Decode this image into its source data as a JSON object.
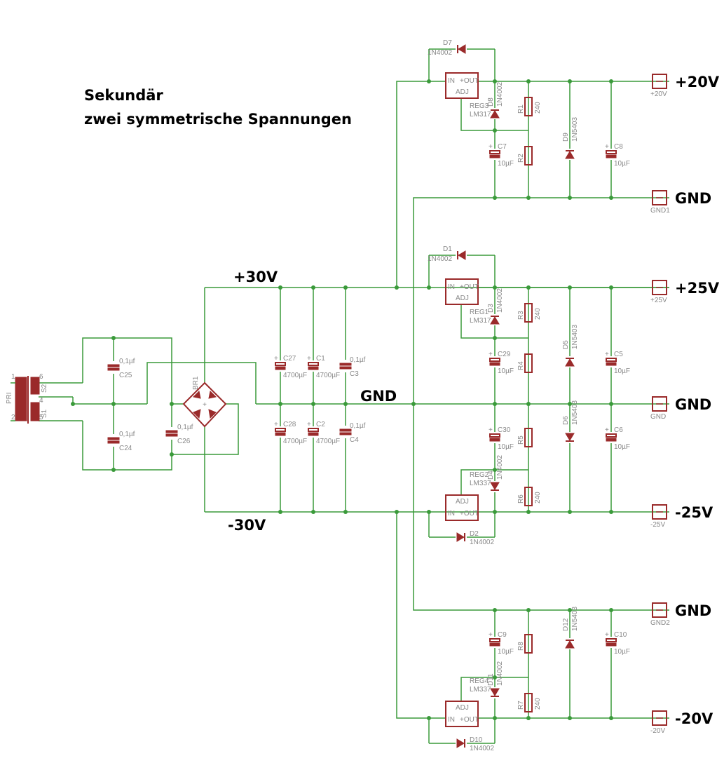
{
  "heading": {
    "line1": "Sekundär",
    "line2": "zwei symmetrische Spannungen"
  },
  "rail_labels": {
    "pos30": "+30V",
    "neg30": "-30V",
    "gnd_mid": "GND"
  },
  "outputs": [
    {
      "name": "+20V",
      "pad": "+20V"
    },
    {
      "name": "GND",
      "pad": "GND1"
    },
    {
      "name": "+25V",
      "pad": "+25V"
    },
    {
      "name": "GND",
      "pad": "GND"
    },
    {
      "name": "-25V",
      "pad": "-25V"
    },
    {
      "name": "GND",
      "pad": "GND2"
    },
    {
      "name": "-20V",
      "pad": "-20V"
    }
  ],
  "components": {
    "transformer": {
      "pri": "PRI",
      "s1": "S1",
      "s2": "S2",
      "pins": [
        "1",
        "2",
        "4",
        "5",
        "6"
      ]
    },
    "bridge": "BR1",
    "C25": {
      "name": "C25",
      "value": "0,1µf"
    },
    "C24": {
      "name": "C24",
      "value": "0,1µf"
    },
    "C26": {
      "name": "C26",
      "value": "0,1µf"
    },
    "C27": {
      "name": "C27",
      "value": "4700µF"
    },
    "C1": {
      "name": "C1",
      "value": "4700µF"
    },
    "C3": {
      "name": "C3",
      "value": "0,1µf"
    },
    "C28": {
      "name": "C28",
      "value": "4700µF"
    },
    "C2": {
      "name": "C2",
      "value": "4700µF"
    },
    "C4": {
      "name": "C4",
      "value": "0,1µf"
    },
    "regs": [
      {
        "name": "REG3",
        "type": "LM317",
        "diode": "D8",
        "diode_val": "1N4002"
      },
      {
        "name": "REG1",
        "type": "LM317",
        "diode": "D3",
        "diode_val": "1N4002"
      },
      {
        "name": "REG2",
        "type": "LM337",
        "diode": "D4",
        "diode_val": "1N4002"
      },
      {
        "name": "REG4",
        "type": "LM337",
        "diode": "D11",
        "diode_val": "1N4002"
      }
    ],
    "reg_pins": {
      "in": "IN",
      "out": "OUT",
      "adj": "ADJ"
    },
    "D7": {
      "name": "D7",
      "value": "1N4002"
    },
    "D1": {
      "name": "D1",
      "value": "1N4002"
    },
    "D2": {
      "name": "D2",
      "value": "1N4002"
    },
    "D10": {
      "name": "D10",
      "value": "1N4002"
    },
    "D9": {
      "name": "D9",
      "value": "1N5403"
    },
    "D5": {
      "name": "D5",
      "value": "1N5403"
    },
    "D6": {
      "name": "D6",
      "value": "1N5403"
    },
    "D12": {
      "name": "D12",
      "value": "1N5403"
    },
    "C7": {
      "name": "C7",
      "value": "10µF"
    },
    "C8": {
      "name": "C8",
      "value": "10µF"
    },
    "C29": {
      "name": "C29",
      "value": "10µF"
    },
    "C5": {
      "name": "C5",
      "value": "10µF"
    },
    "C30": {
      "name": "C30",
      "value": "10µF"
    },
    "C6": {
      "name": "C6",
      "value": "10µF"
    },
    "C9": {
      "name": "C9",
      "value": "10µF"
    },
    "C10": {
      "name": "C10",
      "value": "10µF"
    },
    "R1": {
      "name": "R1",
      "value": "240"
    },
    "R2": {
      "name": "R2",
      "value": ""
    },
    "R3": {
      "name": "R3",
      "value": "240"
    },
    "R4": {
      "name": "R4",
      "value": ""
    },
    "R5": {
      "name": "R5",
      "value": ""
    },
    "R6": {
      "name": "R6",
      "value": "240"
    },
    "R7": {
      "name": "R7",
      "value": "240"
    },
    "R8": {
      "name": "R8",
      "value": ""
    }
  },
  "colors": {
    "wire": "#3a9a3a",
    "symbol": "#9a2a2a",
    "label": "#888888",
    "text": "#000000"
  }
}
